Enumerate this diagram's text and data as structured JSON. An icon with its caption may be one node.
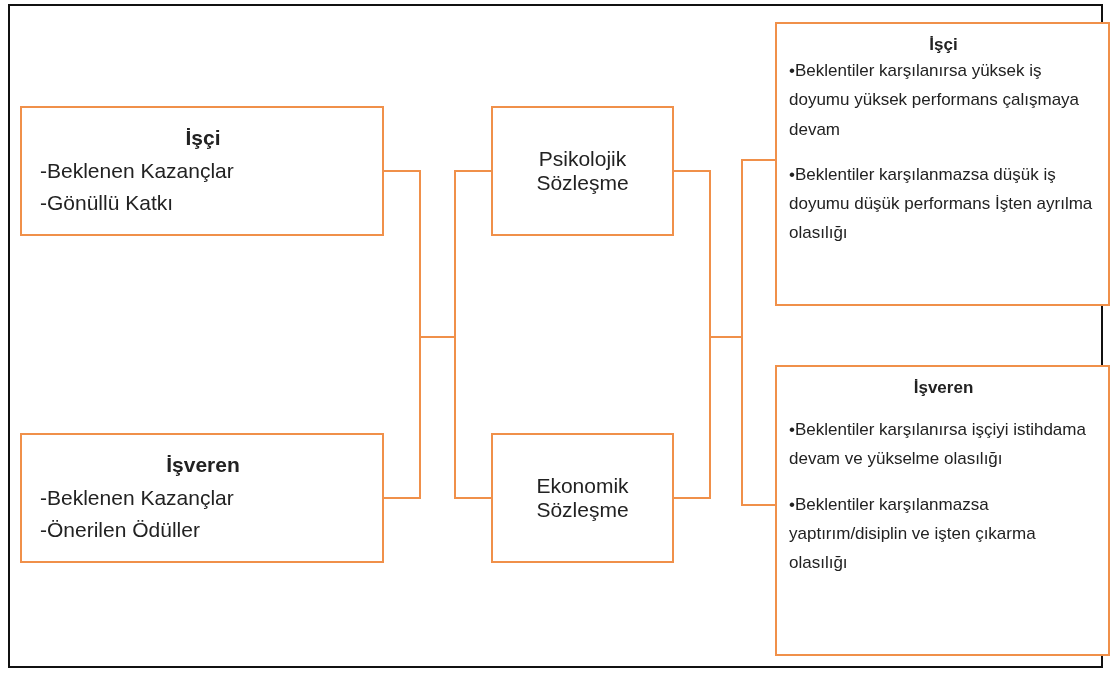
{
  "diagram": {
    "nodes": [
      {
        "text": [
          "İşçi",
          "-Beklenen Kazançlar",
          "-Gönüllü Katkı"
        ]
      },
      {
        "text": [
          "İşveren",
          "-Beklenen Kazançlar",
          "-Önerilen Ödüller"
        ]
      },
      {
        "text": [
          "Psikolojik Sözleşme"
        ]
      },
      {
        "text": [
          "Ekonomik Sözleşme"
        ]
      },
      {
        "text": [
          "İşçi",
          "•Beklentiler karşılanırsa yüksek iş doyumu yüksek performans çalışmaya devam",
          "•Beklentiler karşılanmazsa düşük iş doyumu düşük performans İşten ayrılma olasılığı"
        ]
      },
      {
        "text": [
          "İşveren",
          "•Beklentiler karşılanırsa işçiyi istihdama devam ve yükselme olasılığı",
          "•Beklentiler karşılanmazsa yaptırım/disiplin ve işten çıkarma olasılığı"
        ]
      }
    ],
    "edges": [
      {
        "from": 0,
        "to": 2,
        "arrow": "none"
      },
      {
        "from": 0,
        "to": 3,
        "arrow": "none"
      },
      {
        "from": 1,
        "to": 2,
        "arrow": "none"
      },
      {
        "from": 1,
        "to": 3,
        "arrow": "none"
      },
      {
        "from": 2,
        "to": 4,
        "arrow": "none"
      },
      {
        "from": 2,
        "to": 5,
        "arrow": "none"
      },
      {
        "from": 3,
        "to": 4,
        "arrow": "none"
      },
      {
        "from": 3,
        "to": 5,
        "arrow": "none"
      }
    ]
  }
}
